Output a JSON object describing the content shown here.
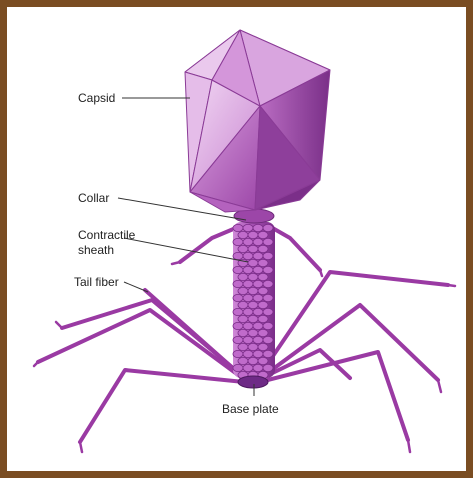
{
  "labels": {
    "capsid": "Capsid",
    "collar": "Collar",
    "sheath_line1": "Contractile",
    "sheath_line2": "sheath",
    "tail_fiber": "Tail fiber",
    "base_plate": "Base plate"
  },
  "colors": {
    "frame": "#7a4d22",
    "capsid_light": "#e6bfe9",
    "capsid_mid": "#c078c8",
    "capsid_dark": "#8a3b96",
    "fiber": "#9a3aa3",
    "sheath": "#a34db0",
    "base_plate": "#6e2a86"
  }
}
